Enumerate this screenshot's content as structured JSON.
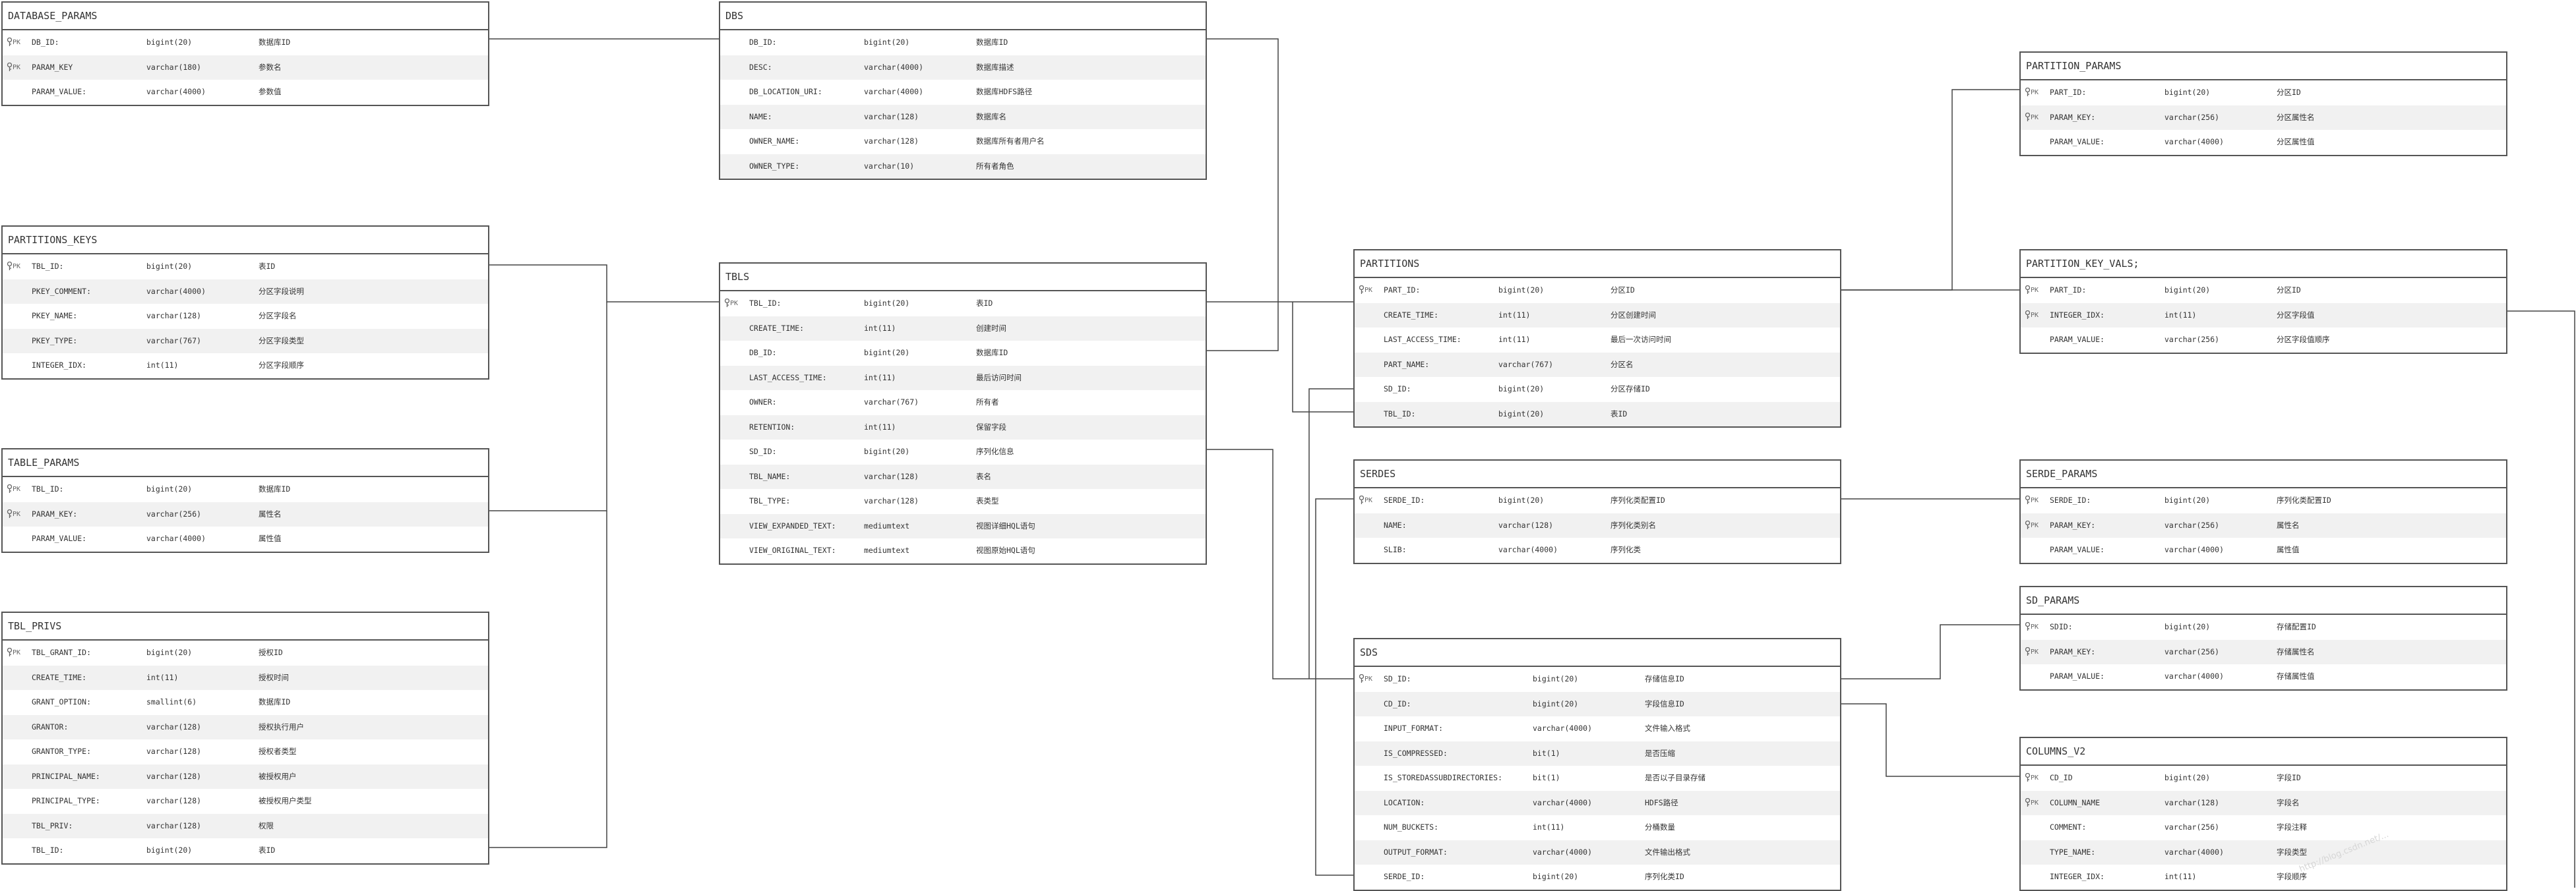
{
  "tables": [
    {
      "id": "database_params",
      "title": "DATABASE_PARAMS",
      "columns": [
        {
          "key": "PK",
          "name": "DB_ID:",
          "type": "bigint(20)",
          "desc": "数据库ID"
        },
        {
          "key": "PK",
          "name": "PARAM_KEY",
          "type": "varchar(180)",
          "desc": "参数名"
        },
        {
          "key": "",
          "name": "PARAM_VALUE:",
          "type": "varchar(4000)",
          "desc": "参数值"
        }
      ]
    },
    {
      "id": "dbs",
      "title": "DBS",
      "columns": [
        {
          "key": "",
          "name": "DB_ID:",
          "type": "bigint(20)",
          "desc": "数据库ID"
        },
        {
          "key": "",
          "name": "DESC:",
          "type": "varchar(4000)",
          "desc": "数据库描述"
        },
        {
          "key": "",
          "name": "DB_LOCATION_URI:",
          "type": "varchar(4000)",
          "desc": "数据库HDFS路径"
        },
        {
          "key": "",
          "name": "NAME:",
          "type": "varchar(128)",
          "desc": "数据库名"
        },
        {
          "key": "",
          "name": "OWNER_NAME:",
          "type": "varchar(128)",
          "desc": "数据库所有者用户名"
        },
        {
          "key": "",
          "name": "OWNER_TYPE:",
          "type": "varchar(10)",
          "desc": "所有者角色"
        }
      ]
    },
    {
      "id": "partition_params",
      "title": "PARTITION_PARAMS",
      "columns": [
        {
          "key": "PK",
          "name": "PART_ID:",
          "type": "bigint(20)",
          "desc": "分区ID"
        },
        {
          "key": "PK",
          "name": "PARAM_KEY:",
          "type": "varchar(256)",
          "desc": "分区属性名"
        },
        {
          "key": "",
          "name": "PARAM_VALUE:",
          "type": "varchar(4000)",
          "desc": "分区属性值"
        }
      ]
    },
    {
      "id": "partition_keys",
      "title": "PARTITIONS_KEYS",
      "columns": [
        {
          "key": "PK",
          "name": "TBL_ID:",
          "type": "bigint(20)",
          "desc": "表ID"
        },
        {
          "key": "",
          "name": "PKEY_COMMENT:",
          "type": "varchar(4000)",
          "desc": "分区字段说明"
        },
        {
          "key": "",
          "name": "PKEY_NAME:",
          "type": "varchar(128)",
          "desc": "分区字段名"
        },
        {
          "key": "",
          "name": "PKEY_TYPE:",
          "type": "varchar(767)",
          "desc": "分区字段类型"
        },
        {
          "key": "",
          "name": "INTEGER_IDX:",
          "type": "int(11)",
          "desc": "分区字段顺序"
        }
      ]
    },
    {
      "id": "tbls",
      "title": "TBLS",
      "columns": [
        {
          "key": "PK",
          "name": "TBL_ID:",
          "type": "bigint(20)",
          "desc": "表ID"
        },
        {
          "key": "",
          "name": "CREATE_TIME:",
          "type": "int(11)",
          "desc": "创建时间"
        },
        {
          "key": "",
          "name": "DB_ID:",
          "type": "bigint(20)",
          "desc": "数据库ID"
        },
        {
          "key": "",
          "name": "LAST_ACCESS_TIME:",
          "type": "int(11)",
          "desc": "最后访问时间"
        },
        {
          "key": "",
          "name": "OWNER:",
          "type": "varchar(767)",
          "desc": "所有者"
        },
        {
          "key": "",
          "name": "RETENTION:",
          "type": "int(11)",
          "desc": "保留字段"
        },
        {
          "key": "",
          "name": "SD_ID:",
          "type": "bigint(20)",
          "desc": "序列化信息"
        },
        {
          "key": "",
          "name": "TBL_NAME:",
          "type": "varchar(128)",
          "desc": "表名"
        },
        {
          "key": "",
          "name": "TBL_TYPE:",
          "type": "varchar(128)",
          "desc": "表类型"
        },
        {
          "key": "",
          "name": "VIEW_EXPANDED_TEXT:",
          "type": "mediumtext",
          "desc": "视图详细HQL语句"
        },
        {
          "key": "",
          "name": "VIEW_ORIGINAL_TEXT:",
          "type": "mediumtext",
          "desc": "视图原始HQL语句"
        }
      ]
    },
    {
      "id": "partitions",
      "title": "PARTITIONS",
      "columns": [
        {
          "key": "PK",
          "name": "PART_ID:",
          "type": "bigint(20)",
          "desc": "分区ID"
        },
        {
          "key": "",
          "name": "CREATE_TIME:",
          "type": "int(11)",
          "desc": "分区创建时间"
        },
        {
          "key": "",
          "name": "LAST_ACCESS_TIME:",
          "type": "int(11)",
          "desc": "最后一次访问时间"
        },
        {
          "key": "",
          "name": "PART_NAME:",
          "type": "varchar(767)",
          "desc": "分区名"
        },
        {
          "key": "",
          "name": "SD_ID:",
          "type": "bigint(20)",
          "desc": "分区存储ID"
        },
        {
          "key": "",
          "name": "TBL_ID:",
          "type": "bigint(20)",
          "desc": "表ID"
        }
      ]
    },
    {
      "id": "partition_key_vals",
      "title": "PARTITION_KEY_VALS;",
      "columns": [
        {
          "key": "PK",
          "name": "PART_ID:",
          "type": "bigint(20)",
          "desc": "分区ID"
        },
        {
          "key": "PK",
          "name": "INTEGER_IDX:",
          "type": "int(11)",
          "desc": "分区字段值"
        },
        {
          "key": "",
          "name": "PARAM_VALUE:",
          "type": "varchar(256)",
          "desc": "分区字段值顺序"
        }
      ]
    },
    {
      "id": "table_params",
      "title": "TABLE_PARAMS",
      "columns": [
        {
          "key": "PK",
          "name": "TBL_ID:",
          "type": "bigint(20)",
          "desc": "数据库ID"
        },
        {
          "key": "PK",
          "name": "PARAM_KEY:",
          "type": "varchar(256)",
          "desc": "属性名"
        },
        {
          "key": "",
          "name": "PARAM_VALUE:",
          "type": "varchar(4000)",
          "desc": "属性值"
        }
      ]
    },
    {
      "id": "serdes",
      "title": "SERDES",
      "columns": [
        {
          "key": "PK",
          "name": "SERDE_ID:",
          "type": "bigint(20)",
          "desc": "序列化类配置ID"
        },
        {
          "key": "",
          "name": "NAME:",
          "type": "varchar(128)",
          "desc": "序列化类别名"
        },
        {
          "key": "",
          "name": "SLIB:",
          "type": "varchar(4000)",
          "desc": "序列化类"
        }
      ]
    },
    {
      "id": "serde_params",
      "title": "SERDE_PARAMS",
      "columns": [
        {
          "key": "PK",
          "name": "SERDE_ID:",
          "type": "bigint(20)",
          "desc": "序列化类配置ID"
        },
        {
          "key": "PK",
          "name": "PARAM_KEY:",
          "type": "varchar(256)",
          "desc": "属性名"
        },
        {
          "key": "",
          "name": "PARAM_VALUE:",
          "type": "varchar(4000)",
          "desc": "属性值"
        }
      ]
    },
    {
      "id": "sd_params",
      "title": "SD_PARAMS",
      "columns": [
        {
          "key": "PK",
          "name": "SDID:",
          "type": "bigint(20)",
          "desc": "存储配置ID"
        },
        {
          "key": "PK",
          "name": "PARAM_KEY:",
          "type": "varchar(256)",
          "desc": "存储属性名"
        },
        {
          "key": "",
          "name": "PARAM_VALUE:",
          "type": "varchar(4000)",
          "desc": "存储属性值"
        }
      ]
    },
    {
      "id": "tbl_privs",
      "title": "TBL_PRIVS",
      "columns": [
        {
          "key": "PK",
          "name": "TBL_GRANT_ID:",
          "type": "bigint(20)",
          "desc": "授权ID"
        },
        {
          "key": "",
          "name": "CREATE_TIME:",
          "type": "int(11)",
          "desc": "授权时间"
        },
        {
          "key": "",
          "name": "GRANT_OPTION:",
          "type": "smallint(6)",
          "desc": "数据库ID"
        },
        {
          "key": "",
          "name": "GRANTOR:",
          "type": "varchar(128)",
          "desc": "授权执行用户"
        },
        {
          "key": "",
          "name": "GRANTOR_TYPE:",
          "type": "varchar(128)",
          "desc": "授权者类型"
        },
        {
          "key": "",
          "name": "PRINCIPAL_NAME:",
          "type": "varchar(128)",
          "desc": "被授权用户"
        },
        {
          "key": "",
          "name": "PRINCIPAL_TYPE:",
          "type": "varchar(128)",
          "desc": "被授权用户类型"
        },
        {
          "key": "",
          "name": "TBL_PRIV:",
          "type": "varchar(128)",
          "desc": "权限"
        },
        {
          "key": "",
          "name": "TBL_ID:",
          "type": "bigint(20)",
          "desc": "表ID"
        }
      ]
    },
    {
      "id": "sds",
      "title": "SDS",
      "columns": [
        {
          "key": "PK",
          "name": "SD_ID:",
          "type": "bigint(20)",
          "desc": "存储信息ID"
        },
        {
          "key": "",
          "name": "CD_ID:",
          "type": "bigint(20)",
          "desc": "字段信息ID"
        },
        {
          "key": "",
          "name": "INPUT_FORMAT:",
          "type": "varchar(4000)",
          "desc": "文件输入格式"
        },
        {
          "key": "",
          "name": "IS_COMPRESSED:",
          "type": "bit(1)",
          "desc": "是否压缩"
        },
        {
          "key": "",
          "name": "IS_STOREDASSUBDIRECTORIES:",
          "type": "bit(1)",
          "desc": "是否以子目录存储"
        },
        {
          "key": "",
          "name": "LOCATION:",
          "type": "varchar(4000)",
          "desc": "HDFS路径"
        },
        {
          "key": "",
          "name": "NUM_BUCKETS:",
          "type": "int(11)",
          "desc": "分桶数量"
        },
        {
          "key": "",
          "name": "OUTPUT_FORMAT:",
          "type": "varchar(4000)",
          "desc": "文件输出格式"
        },
        {
          "key": "",
          "name": "SERDE_ID:",
          "type": "bigint(20)",
          "desc": "序列化类ID"
        }
      ]
    },
    {
      "id": "columns_v2",
      "title": "COLUMNS_V2",
      "columns": [
        {
          "key": "PK",
          "name": "CD_ID",
          "type": "bigint(20)",
          "desc": "字段ID"
        },
        {
          "key": "PK",
          "name": "COLUMN_NAME",
          "type": "varchar(128)",
          "desc": "字段名"
        },
        {
          "key": "",
          "name": "COMMENT:",
          "type": "varchar(256)",
          "desc": "字段注释"
        },
        {
          "key": "",
          "name": "TYPE_NAME:",
          "type": "varchar(4000)",
          "desc": "字段类型"
        },
        {
          "key": "",
          "name": "INTEGER_IDX:",
          "type": "int(11)",
          "desc": "字段顺序"
        }
      ]
    }
  ],
  "watermark": "http://blog.csdn.net/...",
  "colors": {
    "border": "#555555",
    "alt_row": "#f1f1f1",
    "line": "#444444"
  }
}
